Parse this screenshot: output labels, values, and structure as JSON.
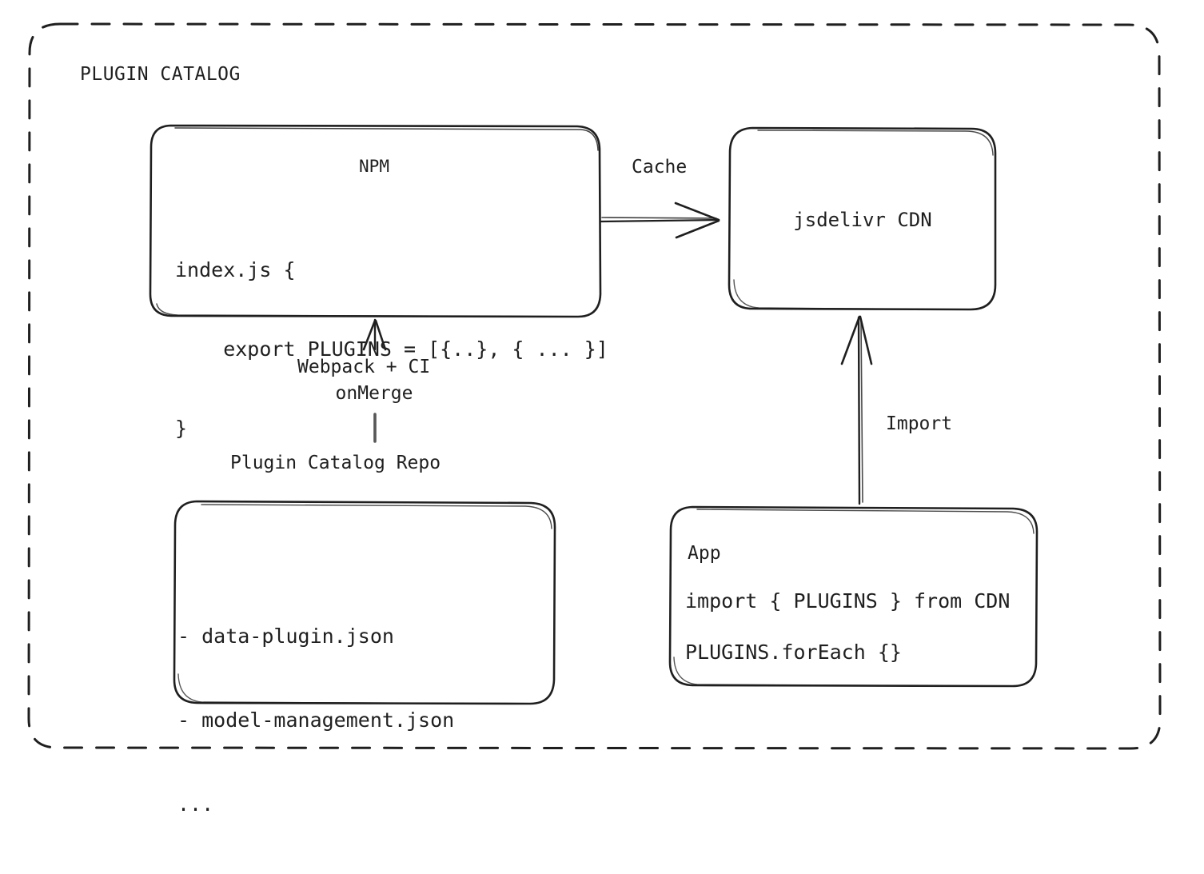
{
  "diagram": {
    "title": "PLUGIN CATALOG",
    "style": {
      "stroke": "#1f1f1f",
      "background": "#ffffff",
      "container_border": "dashed"
    },
    "nodes": {
      "npm": {
        "title": "NPM",
        "code_lines": [
          "index.js {",
          "    export PLUGINS = [{..}, { ... }]",
          "}"
        ]
      },
      "cdn": {
        "title": "jsdelivr CDN"
      },
      "repo": {
        "label": "Plugin Catalog Repo",
        "lines": [
          "- data-plugin.json",
          "- model-management.json",
          "..."
        ]
      },
      "app": {
        "title": "App",
        "line1": "import { PLUGINS } from CDN",
        "line2": "PLUGINS.forEach {}"
      }
    },
    "edges": {
      "cache": {
        "label": "Cache",
        "from": "NPM",
        "to": "jsdelivr CDN",
        "direction": "right"
      },
      "build": {
        "label_line1": "Webpack + CI",
        "label_line2": "onMerge",
        "from": "Plugin Catalog Repo",
        "to": "NPM",
        "direction": "up"
      },
      "import": {
        "label": "Import",
        "from": "App",
        "to": "jsdelivr CDN",
        "direction": "up"
      }
    }
  }
}
